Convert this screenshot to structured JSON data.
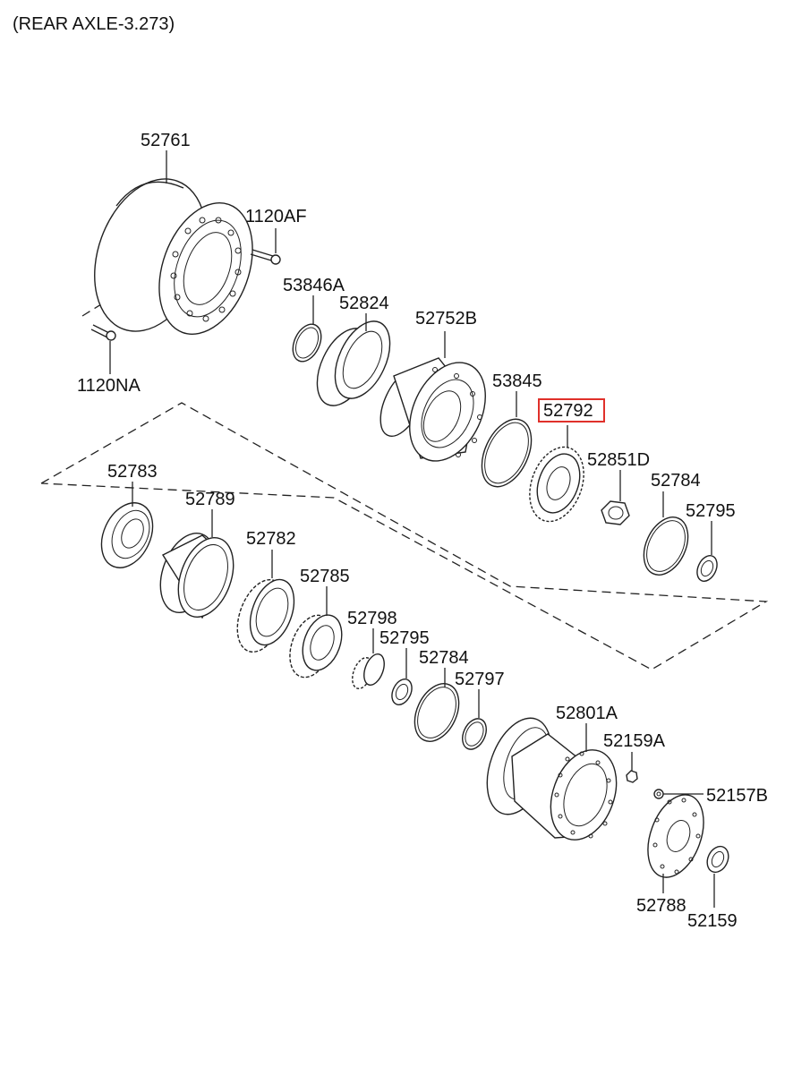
{
  "title": "(REAR AXLE-3.273)",
  "highlight_color": "#e0302a",
  "parts": {
    "p52761": "52761",
    "p1120AF": "1120AF",
    "p1120NA": "1120NA",
    "p53846A": "53846A",
    "p52824": "52824",
    "p52752B": "52752B",
    "p53845": "53845",
    "p52792": "52792",
    "p52851D": "52851D",
    "p52784a": "52784",
    "p52795a": "52795",
    "p52783": "52783",
    "p52789": "52789",
    "p52782": "52782",
    "p52785": "52785",
    "p52798": "52798",
    "p52795b": "52795",
    "p52784b": "52784",
    "p52797": "52797",
    "p52801A": "52801A",
    "p52159A": "52159A",
    "p52157B": "52157B",
    "p52788": "52788",
    "p52159": "52159"
  }
}
